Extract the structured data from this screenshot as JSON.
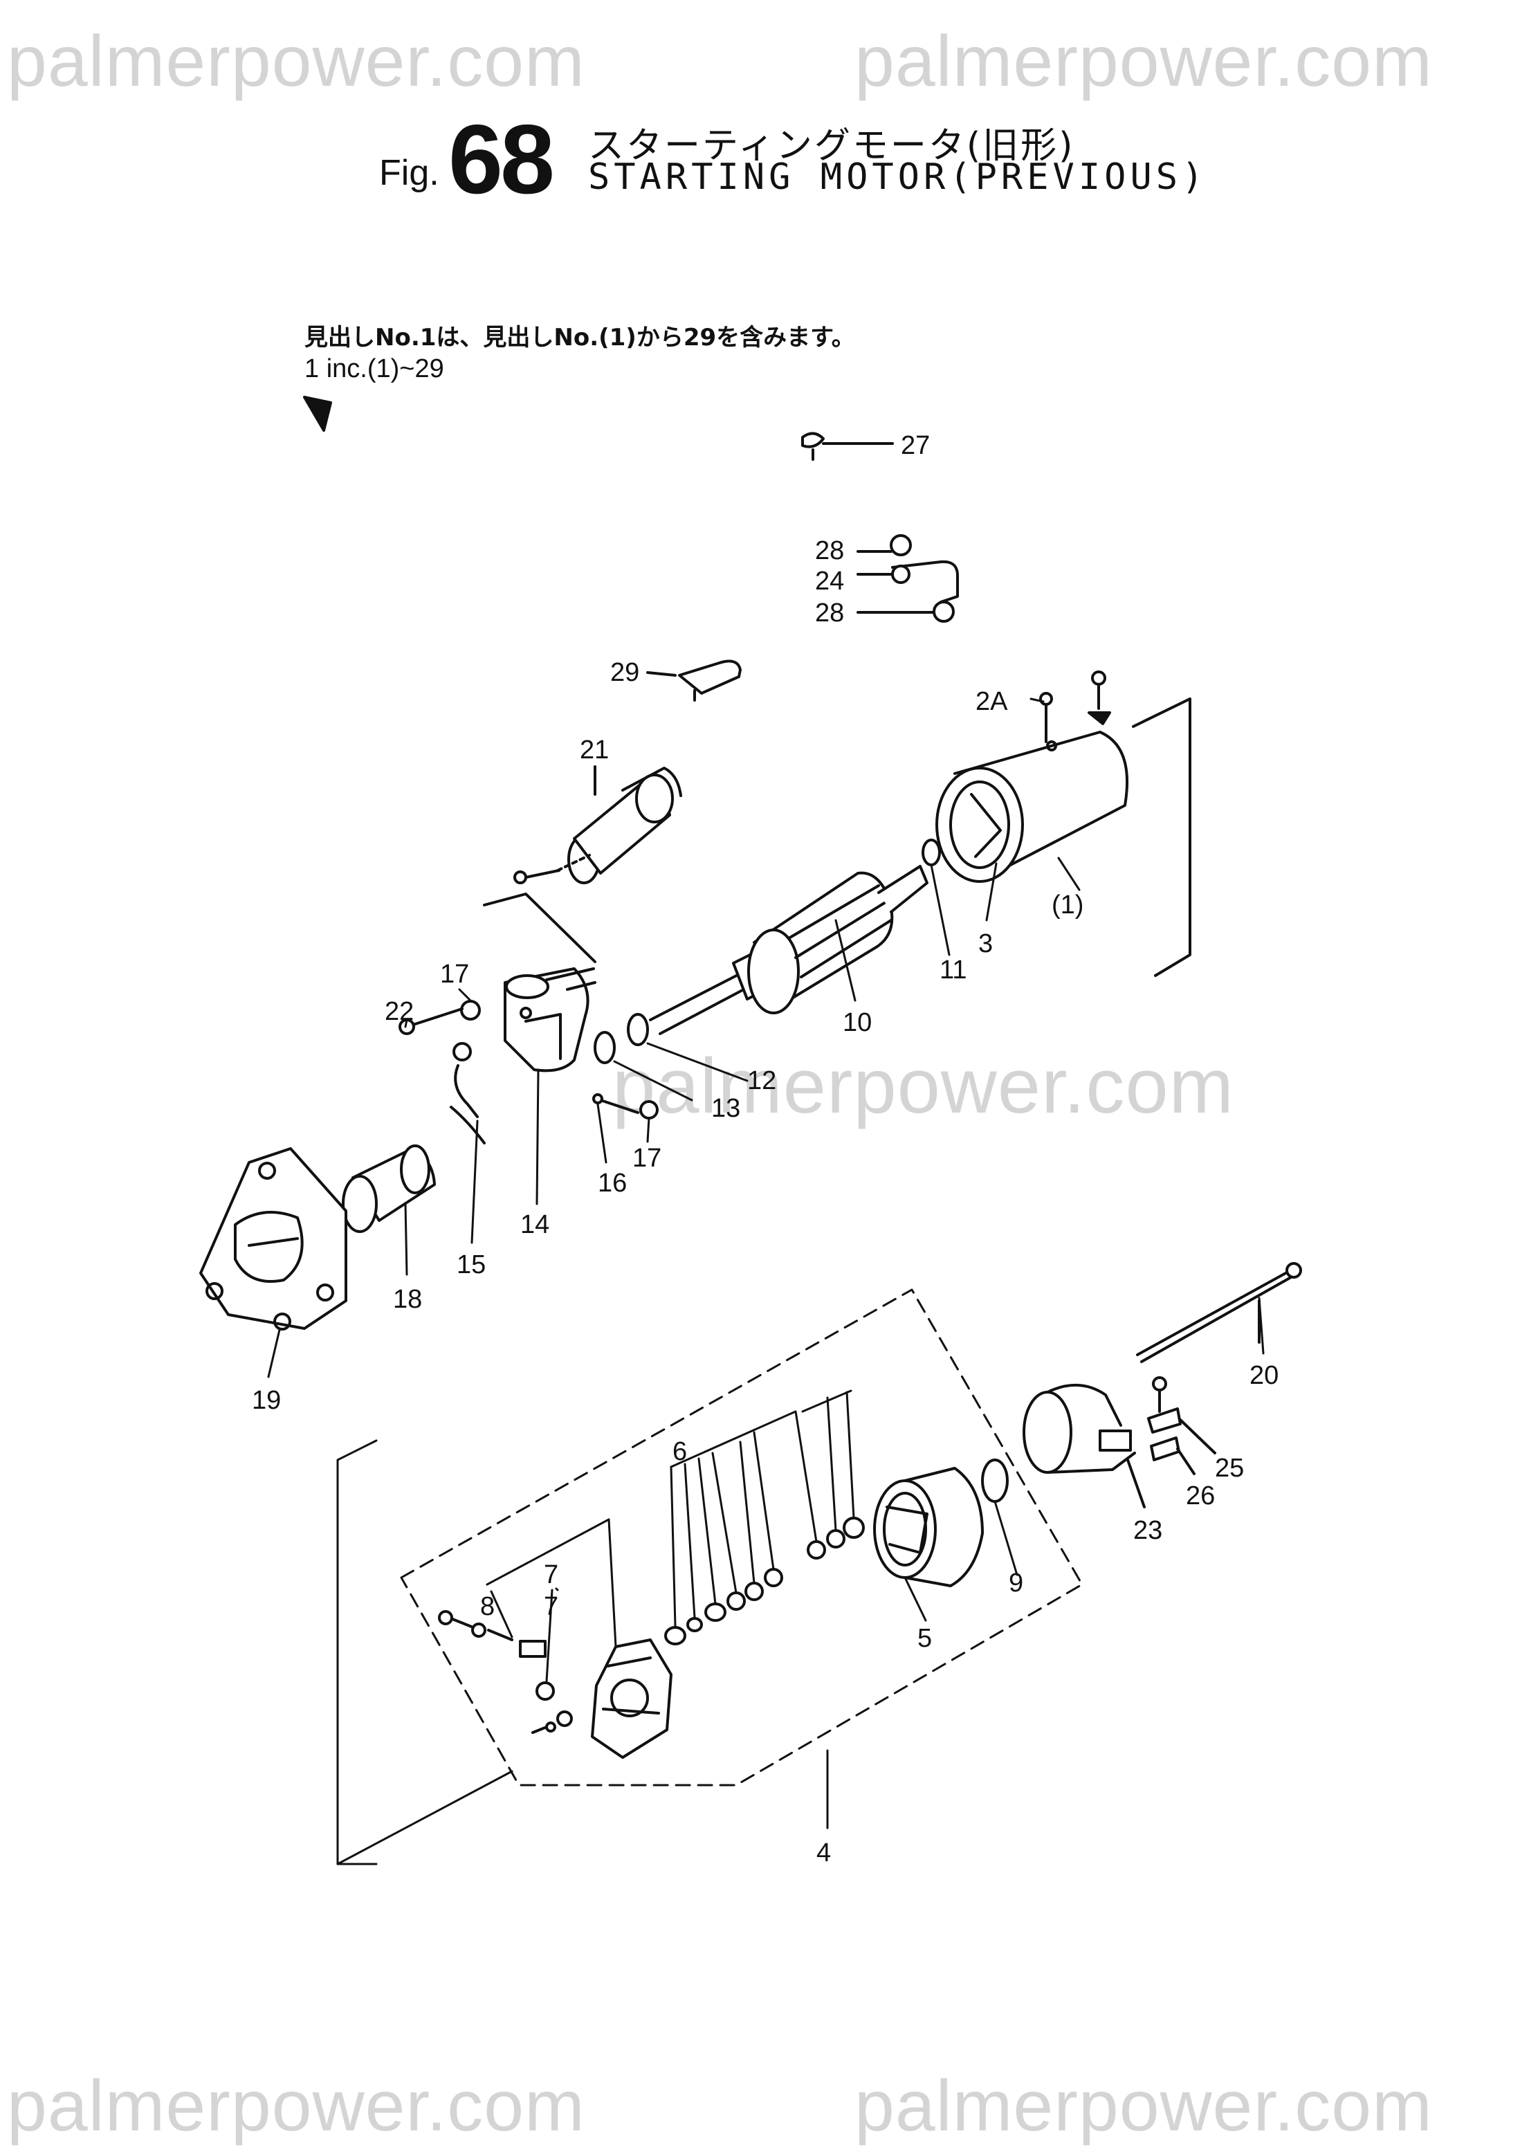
{
  "watermark": "palmerpower.com",
  "title": {
    "fig_label": "Fig.",
    "fig_number": "68",
    "japanese": "スターティングモータ(旧形)",
    "english": "STARTING MOTOR(PREVIOUS)"
  },
  "note": {
    "japanese": "見出しNo.1は、見出しNo.(1)から29を含みます。",
    "english": "1 inc.(1)~29"
  },
  "callouts": [
    "27",
    "28",
    "24",
    "28",
    "29",
    "2A",
    "21",
    "(1)",
    "3",
    "11",
    "10",
    "12",
    "13",
    "17",
    "22",
    "17",
    "16",
    "14",
    "15",
    "18",
    "19",
    "20",
    "25",
    "26",
    "23",
    "6",
    "7",
    "8",
    "7",
    "9",
    "5",
    "4"
  ]
}
